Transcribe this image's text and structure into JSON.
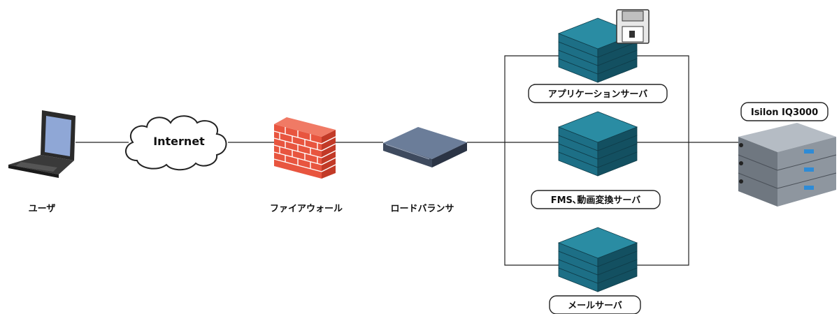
{
  "nodes": {
    "user": {
      "label": "ユーザ",
      "icon": "laptop-icon"
    },
    "internet": {
      "label": "Internet",
      "icon": "cloud-icon"
    },
    "firewall": {
      "label": "ファイアウォール",
      "icon": "brick-wall-icon"
    },
    "load_balancer": {
      "label": "ロードバランサ",
      "icon": "network-appliance-icon"
    },
    "app_server": {
      "label": "アプリケーションサーバ",
      "icon": "server-stack-icon"
    },
    "fms_server": {
      "label": "FMS､動画変換サーバ",
      "icon": "server-stack-icon"
    },
    "mail_server": {
      "label": "メールサーバ",
      "icon": "server-stack-icon"
    },
    "storage": {
      "label": "Isilon IQ3000",
      "icon": "storage-array-icon"
    }
  },
  "badges": {
    "disk": "floppy-disk-icon"
  },
  "colors": {
    "server_top": "#2a8ca3",
    "server_front": "#1d6f86",
    "server_side": "#135061",
    "brick": "#e8553f",
    "cloud_stroke": "#222222",
    "line": "#222222"
  }
}
